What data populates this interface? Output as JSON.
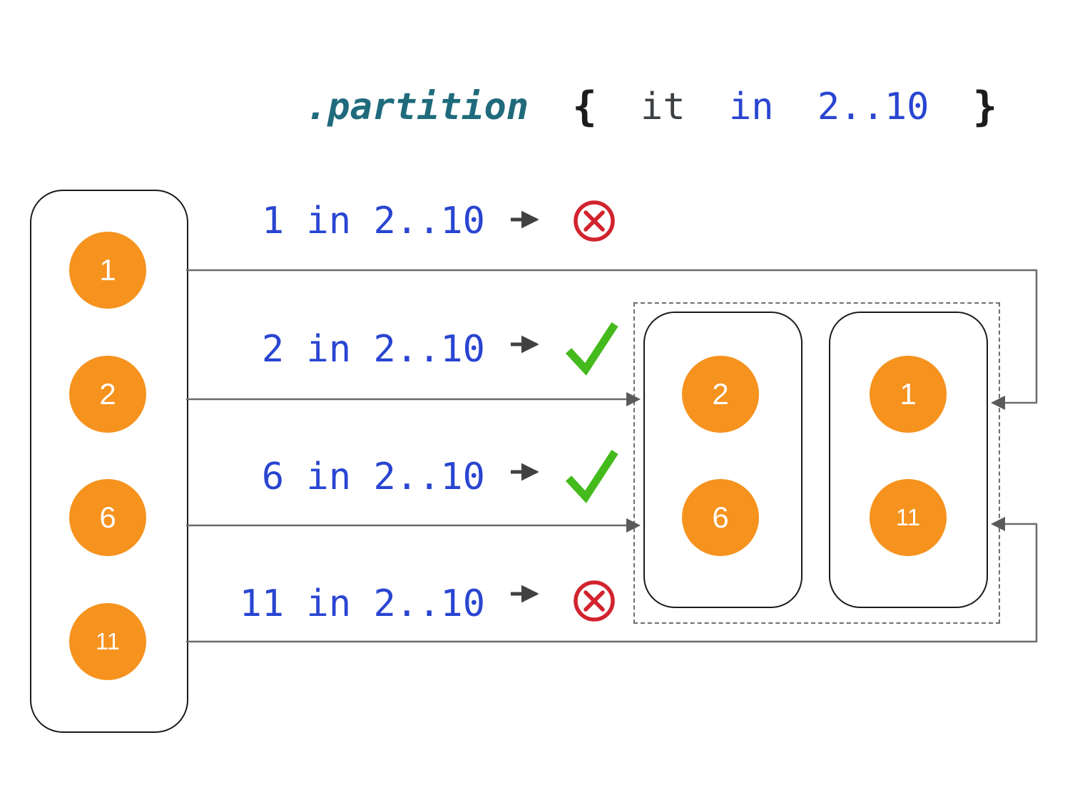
{
  "title": {
    "method": ".partition",
    "brace_open": "{",
    "lambda_param": "it",
    "operator": "in",
    "range": "2..10",
    "brace_close": "}"
  },
  "source_list": {
    "items": [
      "1",
      "2",
      "6",
      "11"
    ]
  },
  "checks": [
    {
      "expression": "1 in 2..10",
      "result": "fail"
    },
    {
      "expression": "2 in 2..10",
      "result": "pass"
    },
    {
      "expression": "6 in 2..10",
      "result": "pass"
    },
    {
      "expression": "11 in 2..10",
      "result": "fail"
    }
  ],
  "partition_result": {
    "matched": [
      "2",
      "6"
    ],
    "unmatched": [
      "1",
      "11"
    ]
  },
  "colors": {
    "orange": "#F6921E",
    "blue": "#2945D1",
    "teal": "#1F6B7C",
    "green": "#44BA1D",
    "red": "#D2232E",
    "arrow": "#6B6B6B"
  }
}
